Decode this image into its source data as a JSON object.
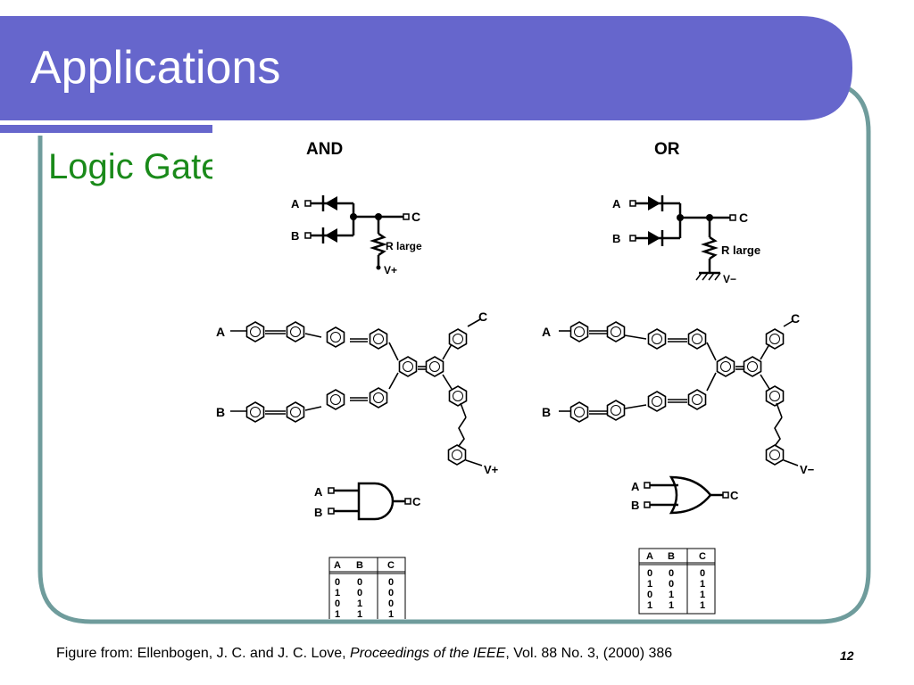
{
  "slide": {
    "title": "Applications",
    "subtitle": "Logic Gates",
    "page_number": "12",
    "colors": {
      "title_bar": "#6666cc",
      "frame": "#6f9c9c",
      "subtitle": "#1a8a1a"
    }
  },
  "figure": {
    "and": {
      "heading": "AND",
      "circuit": {
        "in_a": "A",
        "in_b": "B",
        "out": "C",
        "resistor": "R large",
        "supply": "V+"
      },
      "molecule": {
        "in_a": "A",
        "in_b": "B",
        "out": "C",
        "supply": "V+"
      },
      "gate": {
        "in_a": "A",
        "in_b": "B",
        "out": "C"
      },
      "truth_table": {
        "headers": [
          "A",
          "B",
          "C"
        ],
        "rows": [
          [
            "0",
            "0",
            "0"
          ],
          [
            "1",
            "0",
            "0"
          ],
          [
            "0",
            "1",
            "0"
          ],
          [
            "1",
            "1",
            "1"
          ]
        ]
      }
    },
    "or": {
      "heading": "OR",
      "circuit": {
        "in_a": "A",
        "in_b": "B",
        "out": "C",
        "resistor": "R large",
        "supply": "V−"
      },
      "molecule": {
        "in_a": "A",
        "in_b": "B",
        "out": "C",
        "supply": "V−"
      },
      "gate": {
        "in_a": "A",
        "in_b": "B",
        "out": "C"
      },
      "truth_table": {
        "headers": [
          "A",
          "B",
          "C"
        ],
        "rows": [
          [
            "0",
            "0",
            "0"
          ],
          [
            "1",
            "0",
            "1"
          ],
          [
            "0",
            "1",
            "1"
          ],
          [
            "1",
            "1",
            "1"
          ]
        ]
      }
    }
  },
  "caption": {
    "prefix": "Figure from: Ellenbogen, J. C. and J. C. Love, ",
    "journal": "Proceedings of the IEEE",
    "suffix": ", Vol. 88 No. 3, (2000) 386"
  }
}
